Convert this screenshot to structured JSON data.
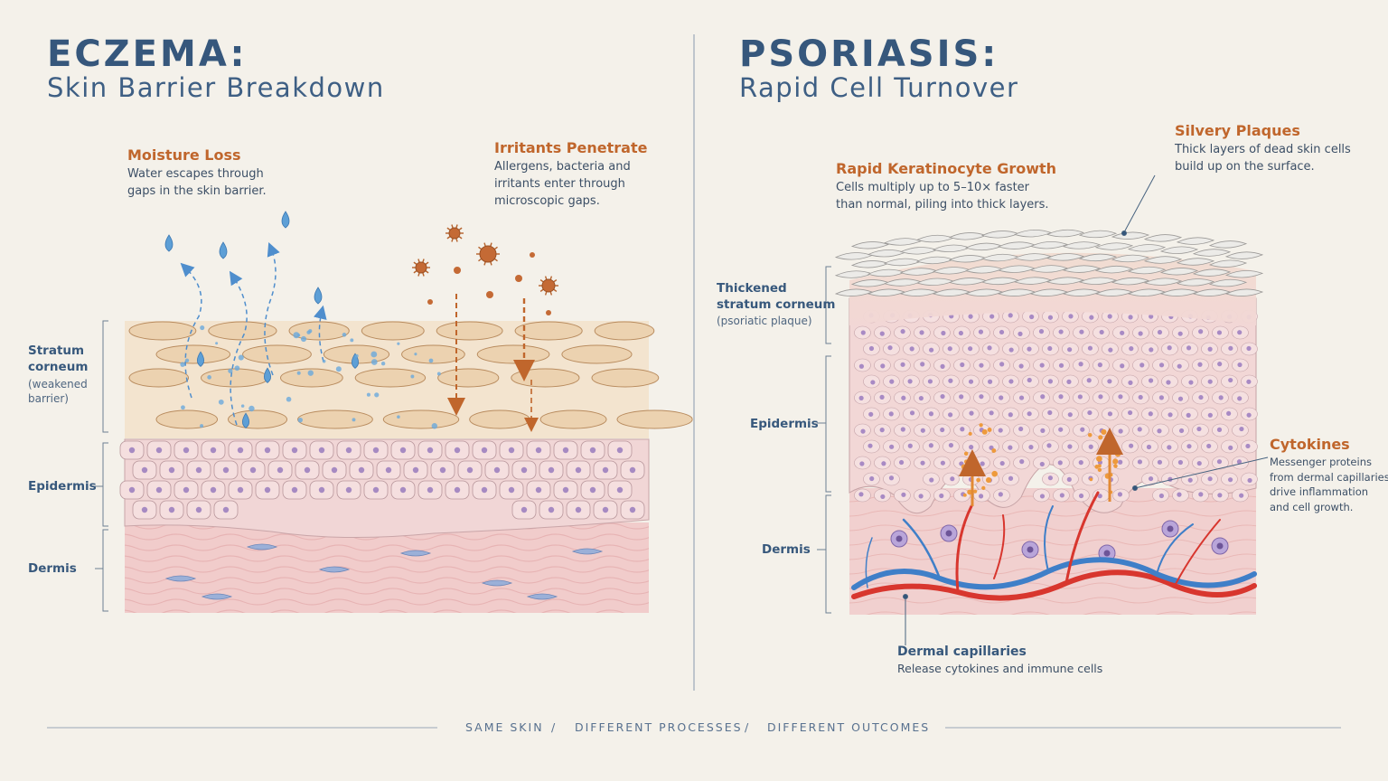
{
  "eczema": {
    "title": "ECZEMA:",
    "subtitle": "Skin Barrier Breakdown",
    "moisture": {
      "title": "Moisture Loss",
      "lines": [
        "Water escapes through",
        "gaps in the skin barrier."
      ]
    },
    "irritants": {
      "title": "Irritants Penetrate",
      "lines": [
        "Allergens, bacteria and",
        "irritants enter through",
        "microscopic gaps."
      ]
    },
    "labels": {
      "stratum": [
        "Stratum",
        "corneum"
      ],
      "stratum_note": [
        "(weakened",
        "barrier)"
      ],
      "epidermis": "Epidermis",
      "dermis": "Dermis"
    }
  },
  "psoriasis": {
    "title": "PSORIASIS:",
    "subtitle": "Rapid Cell Turnover",
    "plaques": {
      "title": "Silvery Plaques",
      "lines": [
        "Thick layers of dead skin cells",
        "build up on the surface."
      ]
    },
    "growth": {
      "title": "Rapid Keratinocyte Growth",
      "lines": [
        "Cells multiply up to 5–10× faster",
        "than normal, piling into thick layers."
      ]
    },
    "cytokines": {
      "title": "Cytokines",
      "lines": [
        "Messenger proteins",
        "from dermal capillaries",
        "drive inflammation",
        "and cell growth."
      ]
    },
    "capillaries": {
      "title": "Dermal capillaries",
      "text": "Release cytokines and immune cells"
    },
    "labels": {
      "stratum": [
        "Thickened",
        "stratum corneum"
      ],
      "stratum_note": "(psoriatic plaque)",
      "epidermis": "Epidermis",
      "dermis": "Dermis"
    }
  },
  "footer": {
    "a": "SAME SKIN",
    "sep1": "/",
    "b": "DIFFERENT PROCESSES",
    "sep2": "/",
    "c": "DIFFERENT OUTCOMES"
  },
  "colors": {
    "background": "#f4f1ea",
    "heading": "#36577c",
    "accent_orange": "#c0662c",
    "water_blue": "#4a8fcf",
    "corneocyte": "#ecd2b0",
    "epidermis": "#f1d6d6",
    "dermis": "#f1cccb",
    "nucleus": "#a68ac2",
    "scale_silver": "#ece9e6",
    "artery": "#d8362e",
    "vein": "#3f7fc8"
  },
  "icons": [
    "water-droplet",
    "allergen-particle",
    "down-arrow",
    "up-arrow",
    "blood-vessel",
    "immune-cell"
  ]
}
